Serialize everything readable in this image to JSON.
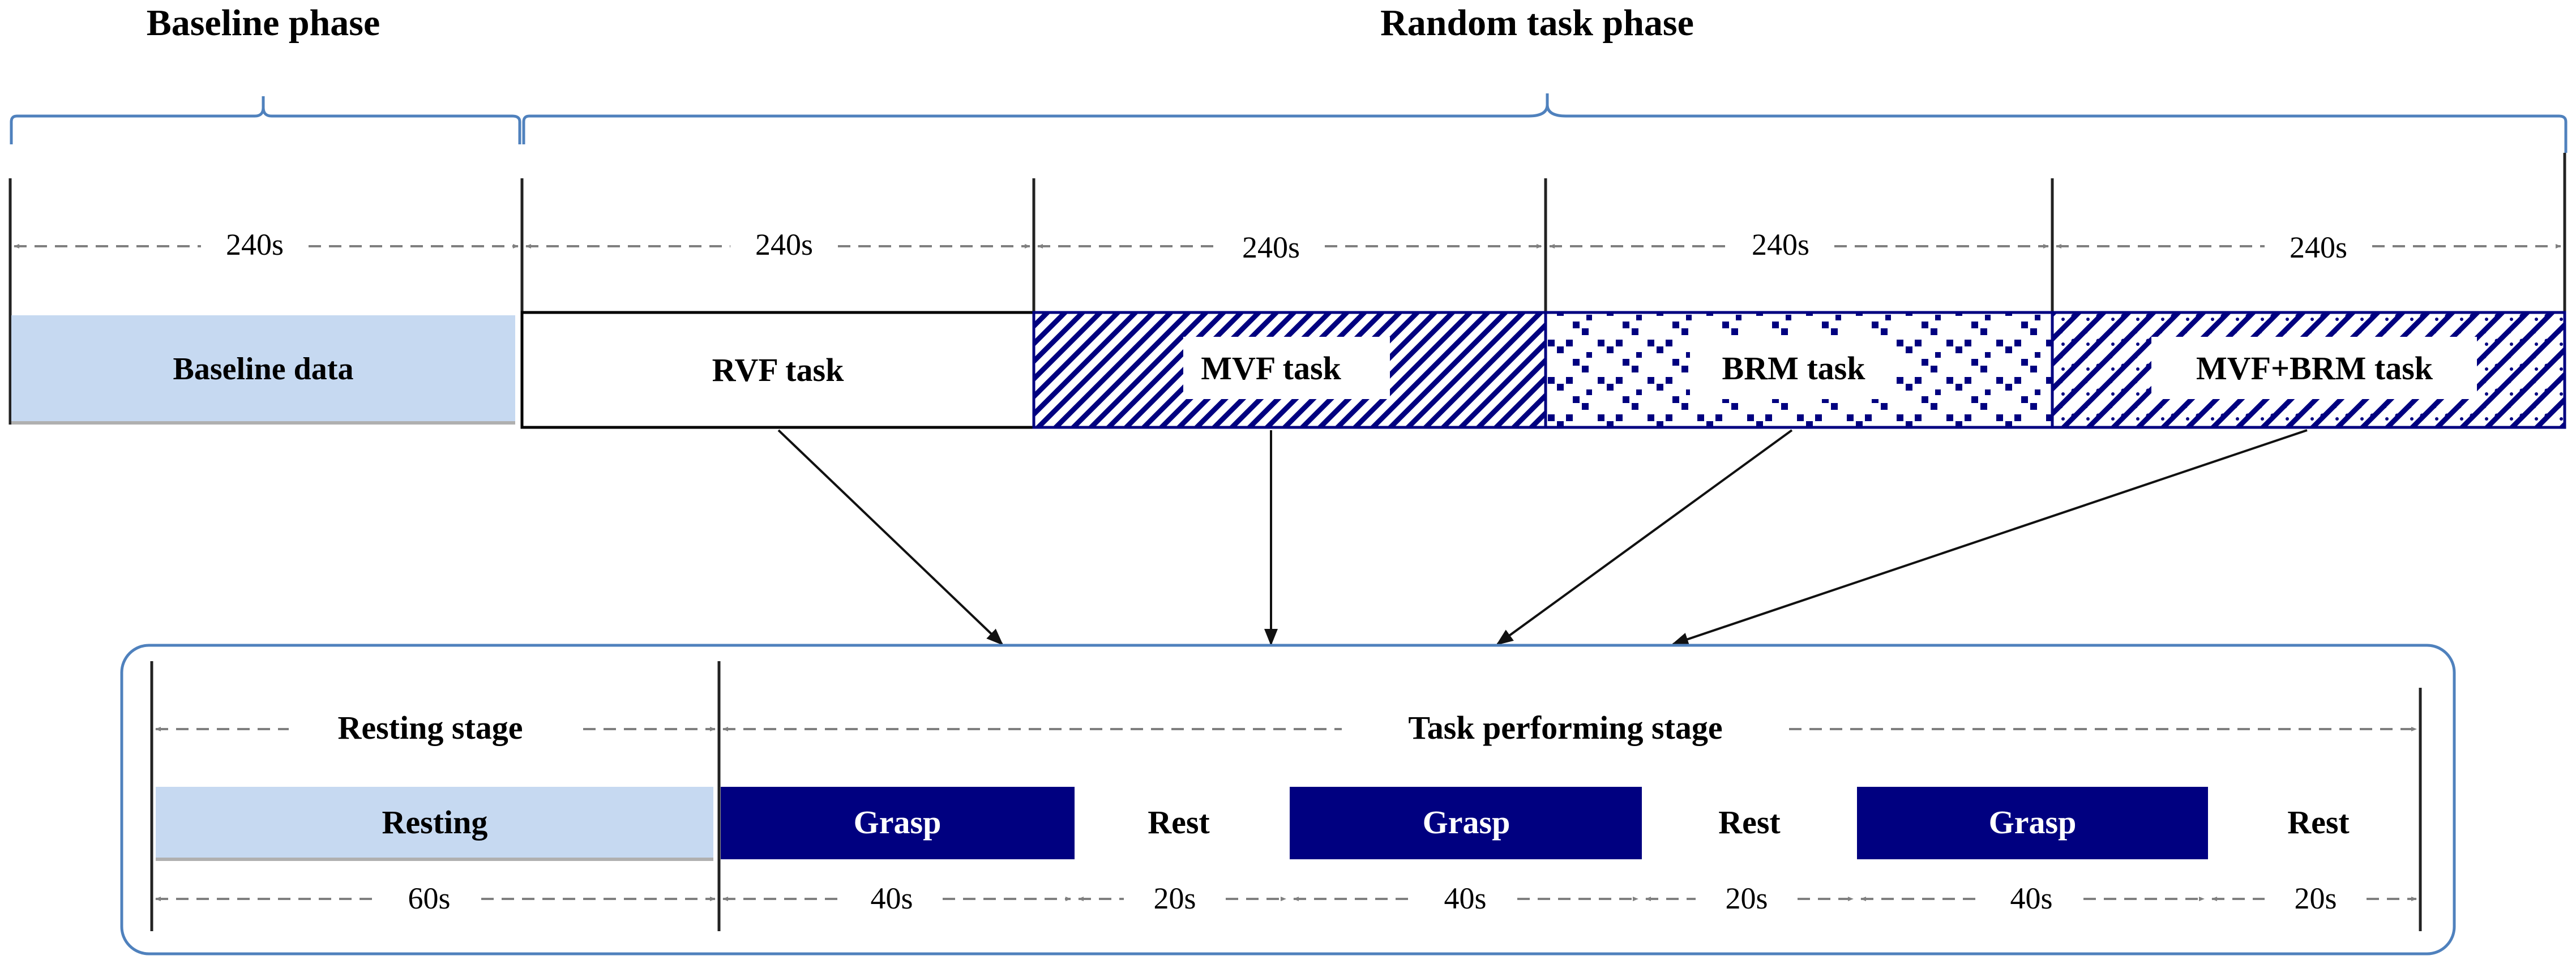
{
  "phases": {
    "baseline_title": "Baseline phase",
    "random_title": "Random task phase"
  },
  "top_durations": [
    "240s",
    "240s",
    "240s",
    "240s",
    "240s"
  ],
  "top_blocks": [
    {
      "label": "Baseline data",
      "fill": "#c6d9f1"
    },
    {
      "label": "RVF task",
      "fill": "#ffffff"
    },
    {
      "label": "MVF task",
      "pattern": "diagonal-stripes"
    },
    {
      "label": "BRM task",
      "pattern": "small-v-marks"
    },
    {
      "label": "MVF+BRM task",
      "pattern": "stripes-and-dots"
    }
  ],
  "stages": {
    "resting_stage": "Resting stage",
    "task_stage": "Task performing stage"
  },
  "bottom_blocks": [
    {
      "label": "Resting",
      "fill": "#c6d9f1"
    },
    {
      "label": "Grasp",
      "fill": "#000080"
    },
    {
      "label": "Rest",
      "fill": "#ffffff"
    },
    {
      "label": "Grasp",
      "fill": "#000080"
    },
    {
      "label": "Rest",
      "fill": "#ffffff"
    },
    {
      "label": "Grasp",
      "fill": "#000080"
    },
    {
      "label": "Rest",
      "fill": "#ffffff"
    }
  ],
  "bottom_durations": [
    "60s",
    "40s",
    "20s",
    "40s",
    "20s",
    "40s",
    "20s"
  ],
  "colors": {
    "brace": "#4f81bd",
    "pattern_blue": "#000080",
    "light_blue": "#c6d9f1"
  }
}
